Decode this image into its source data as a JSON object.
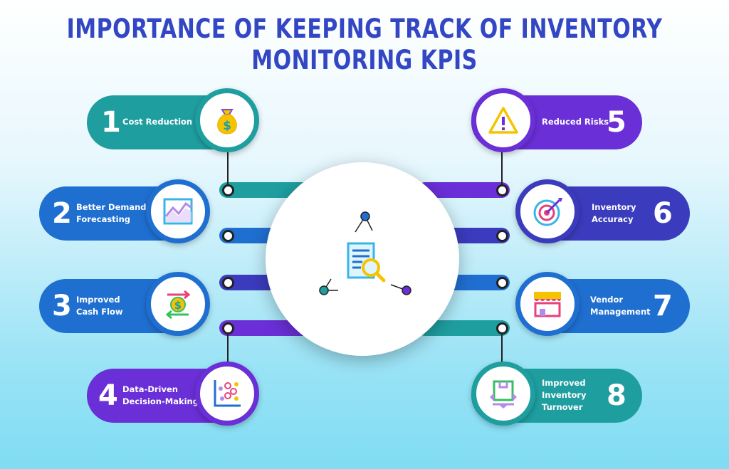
{
  "title": "IMPORTANCE OF KEEPING TRACK OF INVENTORY MONITORING KPIS",
  "items": [
    {
      "number": "1",
      "label": "Cost Reduction",
      "icon": "money-bag-icon",
      "color": "#1f9ea0"
    },
    {
      "number": "2",
      "label": "Better Demand\nForecasting",
      "icon": "growth-chart-icon",
      "color": "#1f6fd1"
    },
    {
      "number": "3",
      "label": "Improved\nCash Flow",
      "icon": "cash-flow-icon",
      "color": "#1f6fd1"
    },
    {
      "number": "4",
      "label": "Data-Driven\nDecision-Making",
      "icon": "scatter-plot-icon",
      "color": "#6a2fd6"
    },
    {
      "number": "5",
      "label": "Reduced Risks",
      "icon": "warning-icon",
      "color": "#6a2fd6"
    },
    {
      "number": "6",
      "label": "Inventory\nAccuracy",
      "icon": "target-icon",
      "color": "#3b3bbd"
    },
    {
      "number": "7",
      "label": "Vendor\nManagement",
      "icon": "vendor-stall-icon",
      "color": "#1f6fd1"
    },
    {
      "number": "8",
      "label": "Improved\nInventory\nTurnover",
      "icon": "turnover-box-icon",
      "color": "#1f9ea0"
    }
  ],
  "center_icon": "document-search-icon"
}
